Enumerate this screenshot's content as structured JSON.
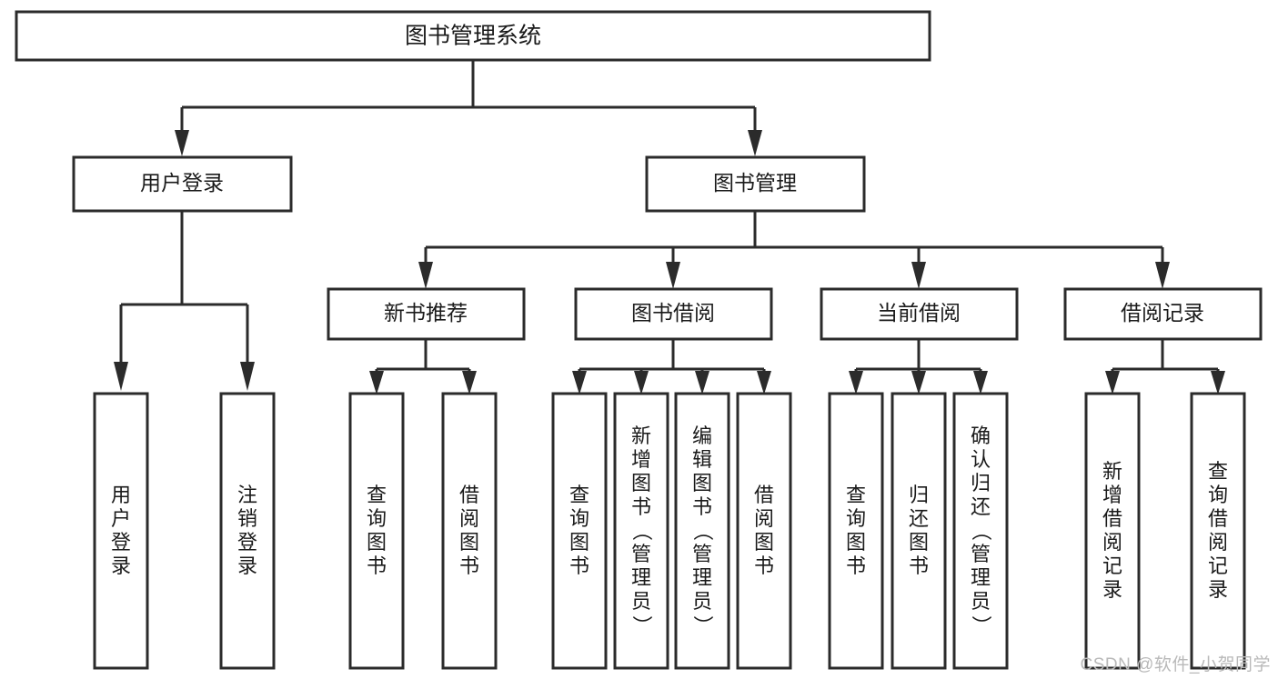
{
  "diagram": {
    "title": "图书管理系统",
    "type": "tree-hierarchy-diagram",
    "root": {
      "label": "图书管理系统"
    },
    "level2": [
      {
        "label": "用户登录"
      },
      {
        "label": "图书管理"
      }
    ],
    "level3": [
      {
        "label": "新书推荐"
      },
      {
        "label": "图书借阅"
      },
      {
        "label": "当前借阅"
      },
      {
        "label": "借阅记录"
      }
    ],
    "leaves": {
      "user_login": [
        {
          "label": "用户登录",
          "chars": [
            "用",
            "户",
            "登",
            "录"
          ]
        },
        {
          "label": "注销登录",
          "chars": [
            "注",
            "销",
            "登",
            "录"
          ]
        }
      ],
      "new_book_recommend": [
        {
          "label": "查询图书",
          "chars": [
            "查",
            "询",
            "图",
            "书"
          ]
        },
        {
          "label": "借阅图书",
          "chars": [
            "借",
            "阅",
            "图",
            "书"
          ]
        }
      ],
      "book_borrow": [
        {
          "label": "查询图书",
          "chars": [
            "查",
            "询",
            "图",
            "书"
          ]
        },
        {
          "label": "新增图书（管理员）",
          "chars": [
            "新",
            "增",
            "图",
            "书",
            "（",
            "管",
            "理",
            "员",
            "）"
          ]
        },
        {
          "label": "编辑图书（管理员）",
          "chars": [
            "编",
            "辑",
            "图",
            "书",
            "（",
            "管",
            "理",
            "员",
            "）"
          ]
        },
        {
          "label": "借阅图书",
          "chars": [
            "借",
            "阅",
            "图",
            "书"
          ]
        }
      ],
      "current_borrow": [
        {
          "label": "查询图书",
          "chars": [
            "查",
            "询",
            "图",
            "书"
          ]
        },
        {
          "label": "归还图书",
          "chars": [
            "归",
            "还",
            "图",
            "书"
          ]
        },
        {
          "label": "确认归还（管理员）",
          "chars": [
            "确",
            "认",
            "归",
            "还",
            "（",
            "管",
            "理",
            "员",
            "）"
          ]
        }
      ],
      "borrow_record": [
        {
          "label": "新增借阅记录",
          "chars": [
            "新",
            "增",
            "借",
            "阅",
            "记",
            "录"
          ]
        },
        {
          "label": "查询借阅记录",
          "chars": [
            "查",
            "询",
            "借",
            "阅",
            "记",
            "录"
          ]
        }
      ]
    },
    "watermark": "CSDN @软件_小贺同学",
    "colors": {
      "stroke": "#2b2b2b",
      "fill": "#ffffff",
      "text": "#1a1a1a",
      "watermark": "#b9b9b9"
    }
  }
}
